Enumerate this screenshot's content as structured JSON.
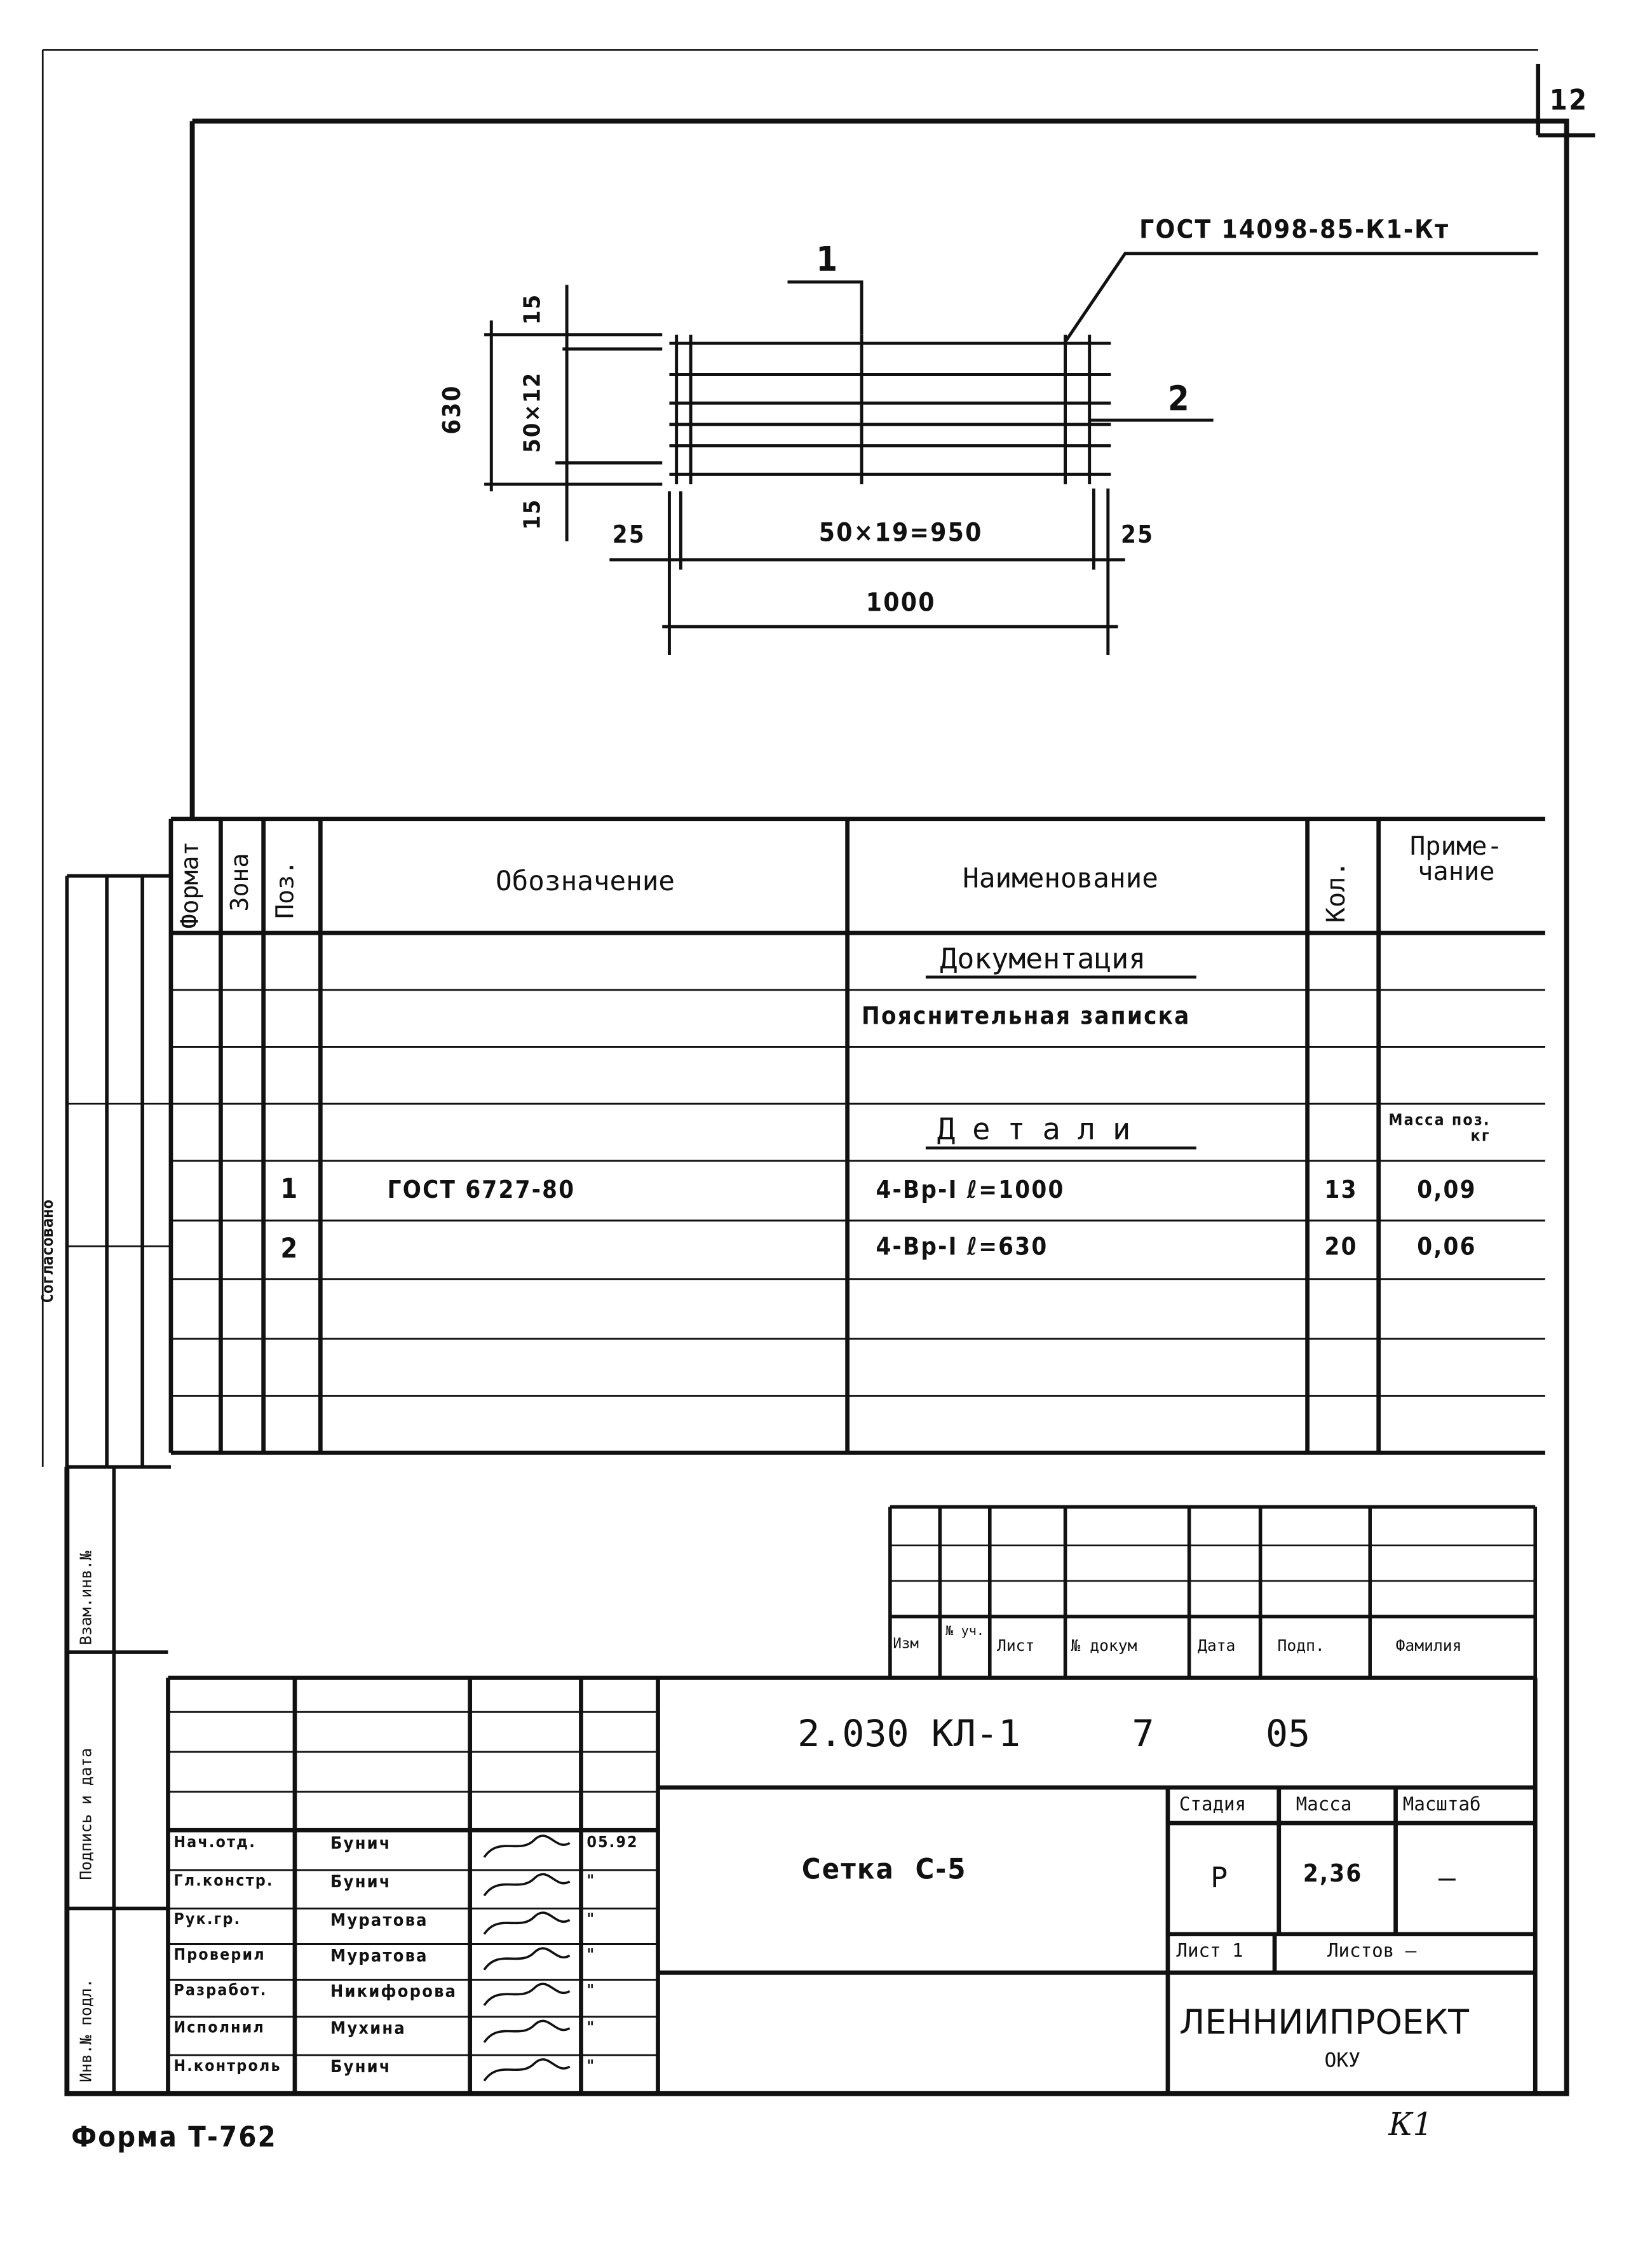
{
  "sheet_number": "12",
  "drawing": {
    "leader_note": "ГОСТ 14098-85-К1-Кт",
    "pos1": "1",
    "pos2": "2",
    "dim_630": "630",
    "dim_50x12": "50×12",
    "dim_15_top": "15",
    "dim_15_bottom": "15",
    "dim_25_left": "25",
    "dim_25_right": "25",
    "dim_50x19": "50×19=950",
    "dim_1000": "1000"
  },
  "spec": {
    "headers": {
      "format": "Формат",
      "zone": "Зона",
      "pos": "Поз.",
      "designation": "Обозначение",
      "name": "Наименование",
      "qty": "Кол.",
      "note": "Приме-\nчание"
    },
    "section_docs": "Документация",
    "docs_item": "Пояснительная записка",
    "section_parts": "Детали",
    "mass_header": "Масса поз.\nкг",
    "rows": [
      {
        "pos": "1",
        "designation": "ГОСТ 6727-80",
        "name": "4-Вр-I   ℓ=1000",
        "qty": "13",
        "note": "0,09"
      },
      {
        "pos": "2",
        "designation": "",
        "name": "4-Вр-I   ℓ=630",
        "qty": "20",
        "note": "0,06"
      }
    ]
  },
  "side_stamp": {
    "agreed": "Согласовано",
    "replace_inv": "Взам.инв.№",
    "sign_date": "Подпись и дата",
    "inv_orig": "Инв.№ подл."
  },
  "changes_header": [
    "Изм",
    "№ уч.",
    "Лист",
    "№ докум",
    "Дата",
    "Подп.",
    "Фамилия"
  ],
  "title_block": {
    "designation": "2.030 КЛ-1     7     05",
    "title": "Сетка  С-5",
    "stage_label": "Стадия",
    "mass_label": "Масса",
    "scale_label": "Масштаб",
    "stage": "Р",
    "mass": "2,36",
    "scale": "–",
    "sheet_label": "Лист 1",
    "sheets_label": "Листов –",
    "org": "ЛЕННИИПРОЕКТ",
    "dept": "ОКУ",
    "signers": [
      {
        "role": "Нач.отд.",
        "name": "Бунич",
        "date": "05.92"
      },
      {
        "role": "Гл.констр.",
        "name": "Бунич",
        "date": "\""
      },
      {
        "role": "Рук.гр.",
        "name": "Муратова",
        "date": "\""
      },
      {
        "role": "Проверил",
        "name": "Муратова",
        "date": "\""
      },
      {
        "role": "Разработ.",
        "name": "Никифорова",
        "date": "\""
      },
      {
        "role": "Исполнил",
        "name": "Мухина",
        "date": "\""
      },
      {
        "role": "Н.контроль",
        "name": "Бунич",
        "date": "\""
      }
    ]
  },
  "footer_form": "Форма Т-762",
  "footer_mark": "К1"
}
